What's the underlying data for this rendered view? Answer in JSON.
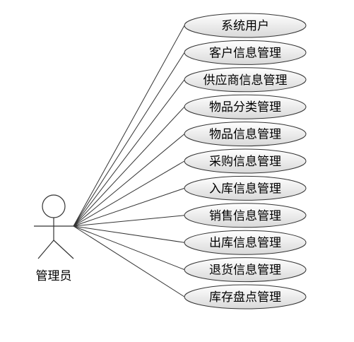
{
  "actor": {
    "label": "管理员"
  },
  "use_cases": [
    {
      "label": "系统用户"
    },
    {
      "label": "客户信息管理"
    },
    {
      "label": "供应商信息管理"
    },
    {
      "label": "物品分类管理"
    },
    {
      "label": "物品信息管理"
    },
    {
      "label": "采购信息管理"
    },
    {
      "label": "入库信息管理"
    },
    {
      "label": "销售信息管理"
    },
    {
      "label": "出库信息管理"
    },
    {
      "label": "退货信息管理"
    },
    {
      "label": "库存盘点管理"
    }
  ],
  "colors": {
    "stroke": "#333333",
    "ellipse_gradient_top": "#ffffff",
    "ellipse_gradient_bottom": "#d9d9d9",
    "text": "#000000"
  }
}
